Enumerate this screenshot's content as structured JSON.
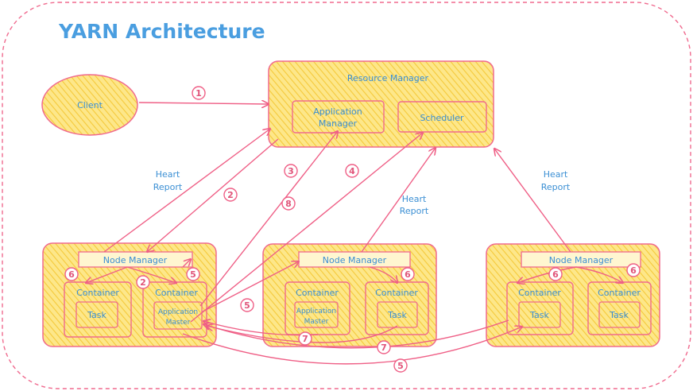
{
  "title": "YARN Architecture",
  "client": "Client",
  "resource_manager": {
    "label": "Resource Manager",
    "application_manager": [
      "Application",
      "Manager"
    ],
    "scheduler": "Scheduler"
  },
  "edge_labels": {
    "heart_report": [
      "Heart",
      "Report"
    ]
  },
  "node_managers": [
    {
      "label": "Node Manager",
      "containers": [
        {
          "label": "Container",
          "inner": "Task"
        },
        {
          "label": "Container",
          "inner": [
            "Application",
            "Master"
          ]
        }
      ]
    },
    {
      "label": "Node Manager",
      "containers": [
        {
          "label": "Container",
          "inner": [
            "Application",
            "Master"
          ]
        },
        {
          "label": "Container",
          "inner": "Task"
        }
      ]
    },
    {
      "label": "Node Manager",
      "containers": [
        {
          "label": "Container",
          "inner": "Task"
        },
        {
          "label": "Container",
          "inner": "Task"
        }
      ]
    }
  ],
  "step_numbers": [
    "1",
    "2",
    "2",
    "3",
    "4",
    "5",
    "5",
    "5",
    "6",
    "6",
    "6",
    "6",
    "7",
    "7",
    "8"
  ],
  "colors": {
    "border": "#f06a8e",
    "fill": "#fde78a",
    "hatch": "#f7cf3c",
    "text": "#3b8fd4",
    "arrow": "#ef5f86"
  }
}
